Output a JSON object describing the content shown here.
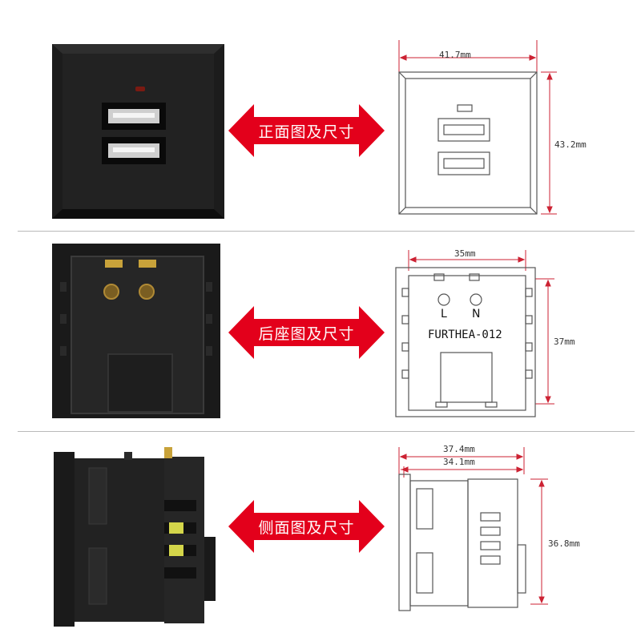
{
  "rows": [
    {
      "label": "正面图及尺寸",
      "dims": {
        "width": "41.7mm",
        "height": "43.2mm"
      }
    },
    {
      "label": "后座图及尺寸",
      "dims": {
        "width": "35mm",
        "height": "37mm"
      },
      "model": "FURTHEA-012",
      "pins": [
        "L",
        "N"
      ]
    },
    {
      "label": "侧面图及尺寸",
      "dims": {
        "outer_width": "37.4mm",
        "inner_width": "34.1mm",
        "height": "36.8mm"
      }
    }
  ],
  "colors": {
    "arrow": "#e3001b",
    "dimension": "#cc2233",
    "product": "#1b1b1b"
  }
}
